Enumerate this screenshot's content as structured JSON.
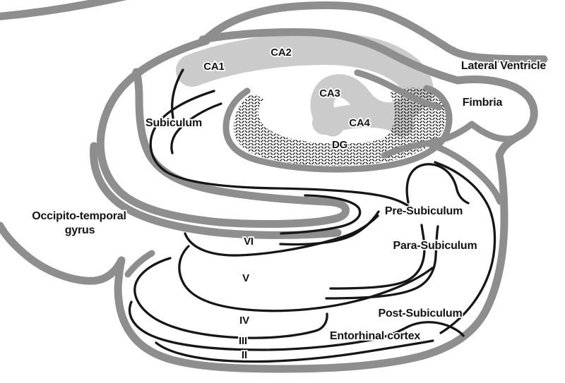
{
  "diagram": {
    "regions": {
      "ca1": "CA1",
      "ca2": "CA2",
      "ca3": "CA3",
      "ca4": "CA4",
      "dg": "DG",
      "subiculum": "Subiculum",
      "lateral_ventricle": "Lateral Ventricle",
      "fimbria": "Fimbria",
      "occipito_temporal_line1": "Occipito-temporal",
      "occipito_temporal_line2": "gyrus",
      "pre_subiculum": "Pre-Subiculum",
      "para_subiculum": "Para-Subiculum",
      "post_subiculum": "Post-Subiculum",
      "entorhinal_cortex": "Entorhinal cortex"
    },
    "cortical_layers": {
      "layer6": "VI",
      "layer5": "V",
      "layer4": "IV",
      "layer3": "III",
      "layer2": "II"
    },
    "colors": {
      "outline": "#8e8e8e",
      "ca_band": "#cbcbcb",
      "thin_line": "#161616",
      "background": "#ffffff",
      "text": "#141414"
    }
  }
}
